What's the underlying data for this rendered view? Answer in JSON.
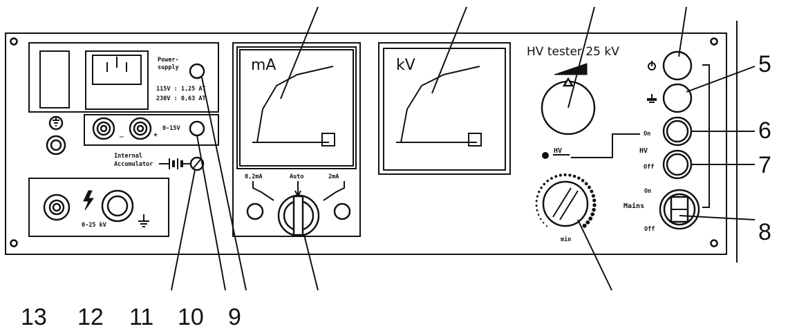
{
  "title": "HV tester 25 kV",
  "meters": {
    "current_unit": "mA",
    "voltage_unit": "kV"
  },
  "range_selector": {
    "low": "0,2mA",
    "auto": "Auto",
    "high": "2mA"
  },
  "power_supply": {
    "label_line1": "Power-",
    "label_line2": "supply",
    "fuse_line1": "115V : 1,25 AT",
    "fuse_line2": "230V : 0,63 AT"
  },
  "output_jacks": {
    "minus": "_",
    "plus": "+",
    "range": "0-15V"
  },
  "accumulator": {
    "label_line1": "Internal",
    "label_line2": "Accumulator"
  },
  "hv_output": {
    "range": "0-25 kV"
  },
  "hv_indicator": "HV",
  "hv_switch": {
    "on": "On",
    "hv": "HV",
    "off": "Off"
  },
  "mains_switch": {
    "on": "On",
    "label": "Mains",
    "off": "Off"
  },
  "knob_label": "min",
  "callouts_right": [
    "5",
    "6",
    "7",
    "8"
  ],
  "callouts_bottom": [
    "13",
    "12",
    "11",
    "10",
    "9"
  ]
}
